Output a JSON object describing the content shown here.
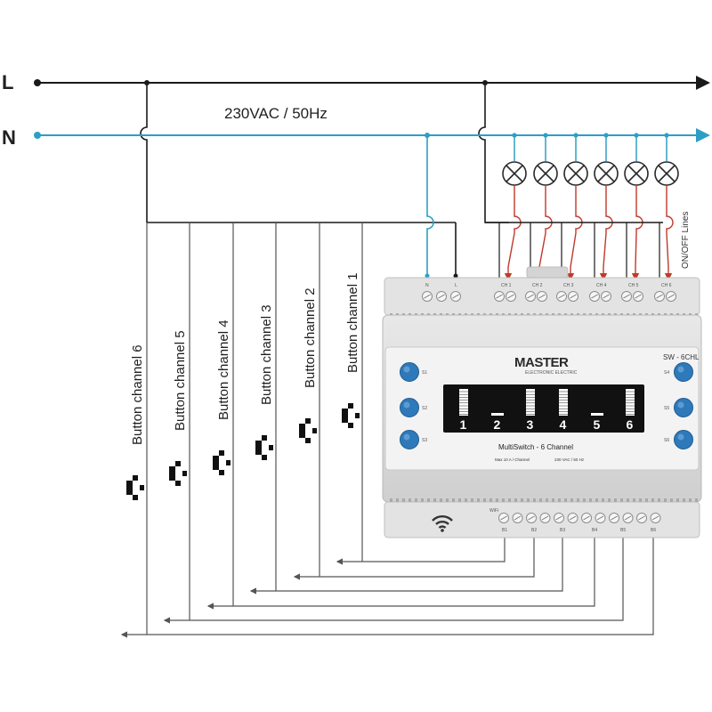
{
  "lines": {
    "live_label": "L",
    "neutral_label": "N",
    "supply_label": "230VAC / 50Hz"
  },
  "outputs": {
    "label": "ON/OFF Lines"
  },
  "buttons": [
    {
      "label": "Button channel 1"
    },
    {
      "label": "Button channel 2"
    },
    {
      "label": "Button channel 3"
    },
    {
      "label": "Button channel 4"
    },
    {
      "label": "Button channel 5"
    },
    {
      "label": "Button channel 6"
    }
  ],
  "device": {
    "brand": "MASTER",
    "brand_sub": "ELECTRONIC  ELECTRIC",
    "model": "SW - 6CHL",
    "title": "MultiSwitch - 6 Channel",
    "spec_current": "Max  10 A / Channel",
    "spec_voltage": "230 VAC / 50 Hz",
    "wifi_label": "WiFi",
    "power_terminals": [
      "N",
      "L"
    ],
    "channel_terminals": [
      "CH 1",
      "CH 2",
      "CH 3",
      "CH 4",
      "CH 5",
      "CH 6"
    ],
    "bottom_terminals": [
      "B1",
      "B2",
      "B3",
      "B4",
      "B5",
      "B6"
    ],
    "left_keys": [
      "S1",
      "S2",
      "S3"
    ],
    "right_keys": [
      "S4",
      "S5",
      "S6"
    ],
    "display_digits": [
      "1",
      "2",
      "3",
      "4",
      "5",
      "6"
    ],
    "channel_state_on": [
      true,
      false,
      true,
      true,
      false,
      true
    ]
  },
  "colors": {
    "live": "#1a1a1a",
    "neutral": "#2d9fc4",
    "output": "#c0392b",
    "button_wire": "#555555",
    "device_body": "#dcdcdc",
    "key_blue": "#2e79b9"
  }
}
